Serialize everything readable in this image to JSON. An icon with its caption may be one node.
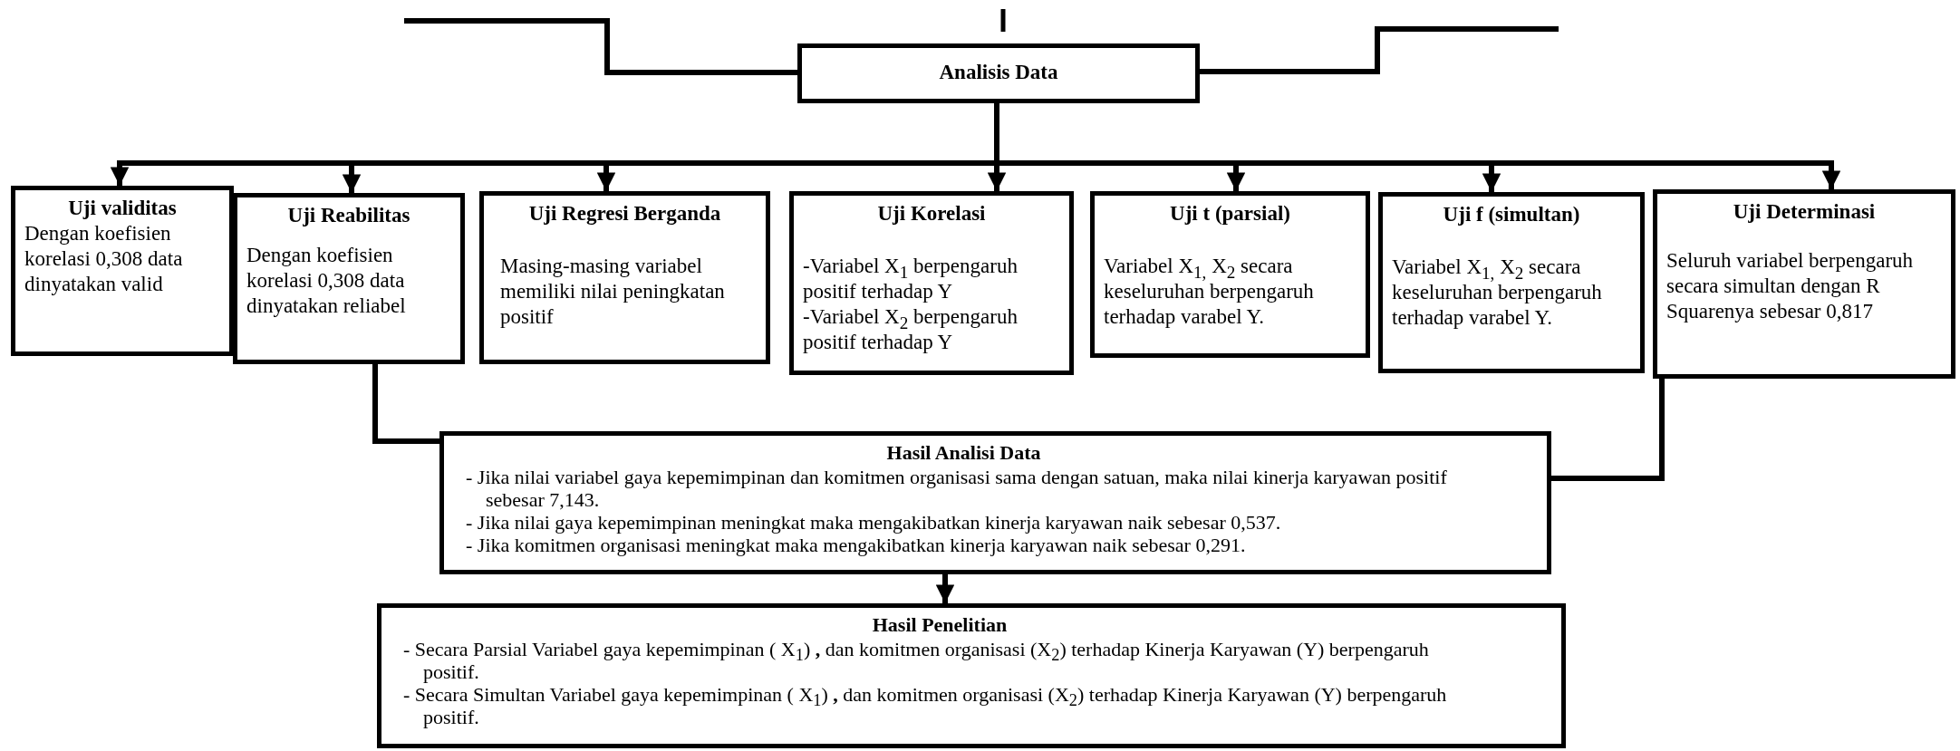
{
  "diagram": {
    "nodes": [
      {
        "text": [
          "Analisis Data"
        ]
      },
      {
        "text": [
          "Uji validitas",
          "Dengan  koefisien korelasi 0,308 data dinyatakan valid"
        ]
      },
      {
        "text": [
          "Uji Reabilitas",
          "Dengan  koefisien korelasi 0,308 data dinyatakan reliabel"
        ]
      },
      {
        "text": [
          "Uji Regresi Berganda",
          "Masing-masing variabel memiliki nilai peningkatan positif"
        ]
      },
      {
        "text": [
          "Uji Korelasi",
          "-Variabel X$_{1}$ berpengaruh positif terhadap Y",
          "-Variabel X$_{2}$ berpengaruh positif terhadap Y"
        ]
      },
      {
        "text": [
          "Uji t (parsial)",
          "Variabel X$_{1,}$ X$_{2}$ secara keseluruhan berpengaruh terhadap varabel Y."
        ]
      },
      {
        "text": [
          "Uji f (simultan)",
          "Variabel X$_{1,}$ X$_{2}$ secara keseluruhan berpengaruh terhadap varabel Y."
        ]
      },
      {
        "text": [
          "Uji Determinasi",
          "Seluruh variabel berpengaruh secara simultan dengan R Squarenya sebesar 0,817"
        ]
      },
      {
        "text": [
          "Hasil Analisi Data",
          "- Jika nilai variabel gaya kepemimpinan dan komitmen organisasi sama dengan satuan, maka nilai kinerja karyawan positif sebesar 7,143.",
          "- Jika nilai gaya kepemimpinan meningkat maka mengakibatkan kinerja karyawan naik sebesar 0,537.",
          "- Jika komitmen organisasi meningkat maka mengakibatkan kinerja karyawan naik sebesar 0,291."
        ]
      },
      {
        "text": [
          "Hasil Penelitian",
          "- Secara Parsial Variabel gaya kepemimpinan ( X$_{1}$) **,** dan komitmen organisasi (X$_{2}$) terhadap Kinerja Karyawan (Y) berpengaruh positif.",
          "- Secara Simultan Variabel gaya kepemimpinan ( X$_{1}$) **,** dan komitmen organisasi (X$_{2}$) terhadap Kinerja Karyawan (Y) berpengaruh positif."
        ]
      }
    ],
    "edges": [
      {
        "from": null,
        "to": 0,
        "arrow": "none"
      },
      {
        "from": 0,
        "to": null,
        "arrow": "none"
      },
      {
        "from": 0,
        "to": 1,
        "arrow": "to"
      },
      {
        "from": 0,
        "to": 2,
        "arrow": "to"
      },
      {
        "from": 0,
        "to": 3,
        "arrow": "to"
      },
      {
        "from": 0,
        "to": 4,
        "arrow": "to"
      },
      {
        "from": 0,
        "to": 5,
        "arrow": "to"
      },
      {
        "from": 0,
        "to": 6,
        "arrow": "to"
      },
      {
        "from": 0,
        "to": 7,
        "arrow": "to"
      },
      {
        "from": 2,
        "to": 8,
        "arrow": "none"
      },
      {
        "from": 7,
        "to": 8,
        "arrow": "none"
      },
      {
        "from": 8,
        "to": 9,
        "arrow": "to"
      }
    ]
  }
}
